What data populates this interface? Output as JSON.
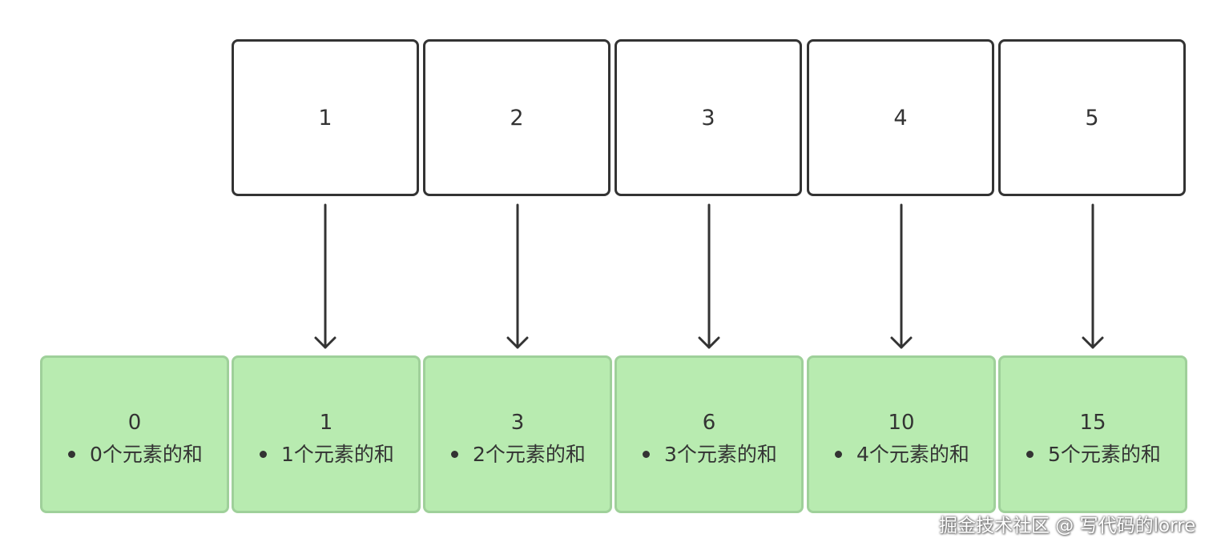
{
  "inputs": [
    {
      "label": "1"
    },
    {
      "label": "2"
    },
    {
      "label": "3"
    },
    {
      "label": "4"
    },
    {
      "label": "5"
    }
  ],
  "prefix_sums": [
    {
      "value": "0",
      "desc": "0个元素的和"
    },
    {
      "value": "1",
      "desc": "1个元素的和"
    },
    {
      "value": "3",
      "desc": "2个元素的和"
    },
    {
      "value": "6",
      "desc": "3个元素的和"
    },
    {
      "value": "10",
      "desc": "4个元素的和"
    },
    {
      "value": "15",
      "desc": "5个元素的和"
    }
  ],
  "watermark": "掘金技术社区 @ 写代码的lorre",
  "colors": {
    "box_border": "#333333",
    "sum_fill": "#b8ebb0",
    "sum_border": "#9fd09a",
    "arrow": "#333333"
  }
}
